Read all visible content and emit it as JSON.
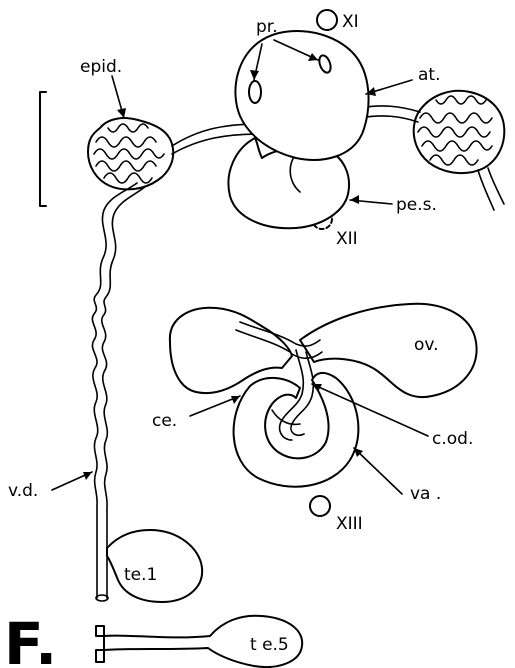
{
  "panel_letter": "F.",
  "labels": {
    "pr": "pr.",
    "seg_xi": "XI",
    "epid": "epid.",
    "at": "at.",
    "pes": "pe.s.",
    "seg_xii": "XII",
    "ov": "ov.",
    "ce": "ce.",
    "cod": "c.od.",
    "vd": "v.d.",
    "va": "va .",
    "seg_xiii": "XIII",
    "te1": "te.1",
    "te5": "t e.5"
  }
}
